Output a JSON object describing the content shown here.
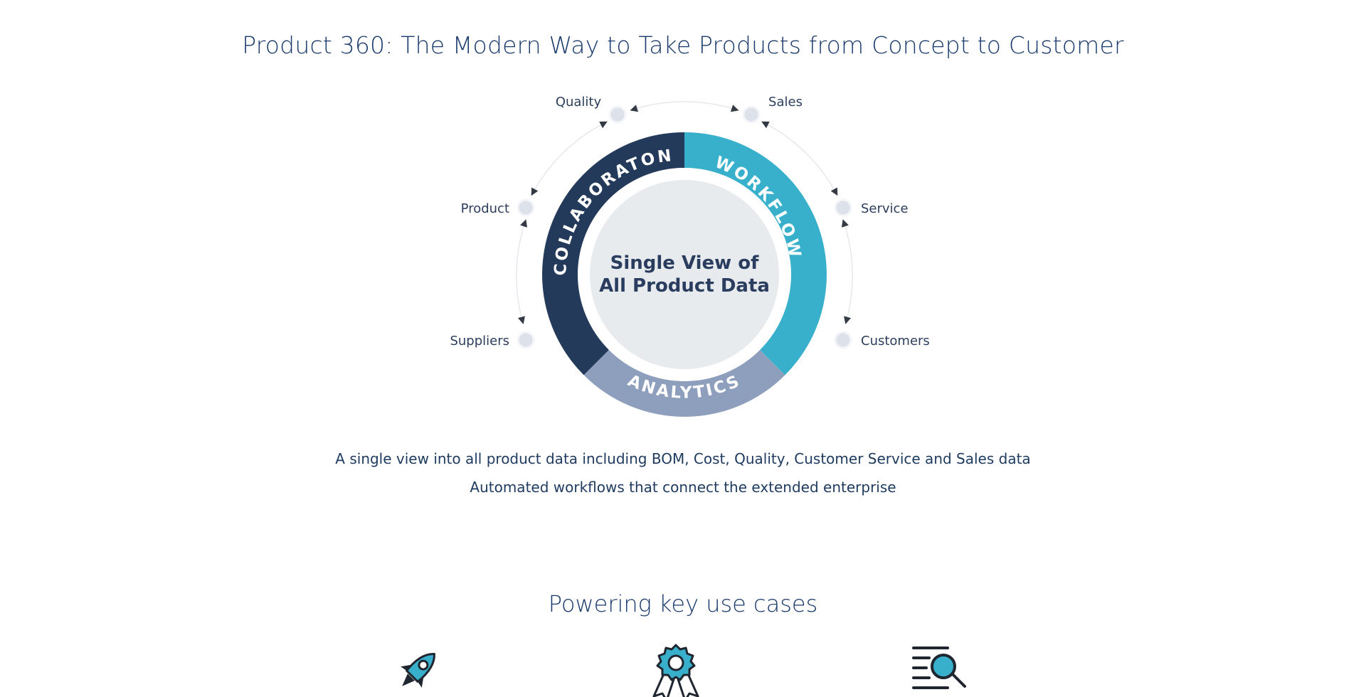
{
  "title": "Product 360: The Modern Way to Take Products from Concept to Customer",
  "diagram": {
    "center_line1": "Single View of",
    "center_line2": "All Product Data",
    "segments": [
      {
        "label": "COLLABORATON",
        "color": "#243a5a"
      },
      {
        "label": "WORKFLOW",
        "color": "#38b0cb"
      },
      {
        "label": "ANALYTICS",
        "color": "#8e9fbd"
      }
    ],
    "nodes": {
      "quality": "Quality",
      "sales": "Sales",
      "product": "Product",
      "service": "Service",
      "suppliers": "Suppliers",
      "customers": "Customers"
    }
  },
  "descriptions": [
    "A single view into all product data including BOM, Cost, Quality, Customer Service and Sales data",
    "Automated workflows that connect the extended enterprise"
  ],
  "use_cases_title": "Powering key use cases",
  "icons": [
    "rocket-icon",
    "award-ribbon-icon",
    "search-list-icon"
  ],
  "colors": {
    "navy": "#243a5a",
    "teal": "#38b0cb",
    "slate": "#8e9fbd",
    "center": "#e8ebee",
    "text": "#1a3a6b"
  }
}
